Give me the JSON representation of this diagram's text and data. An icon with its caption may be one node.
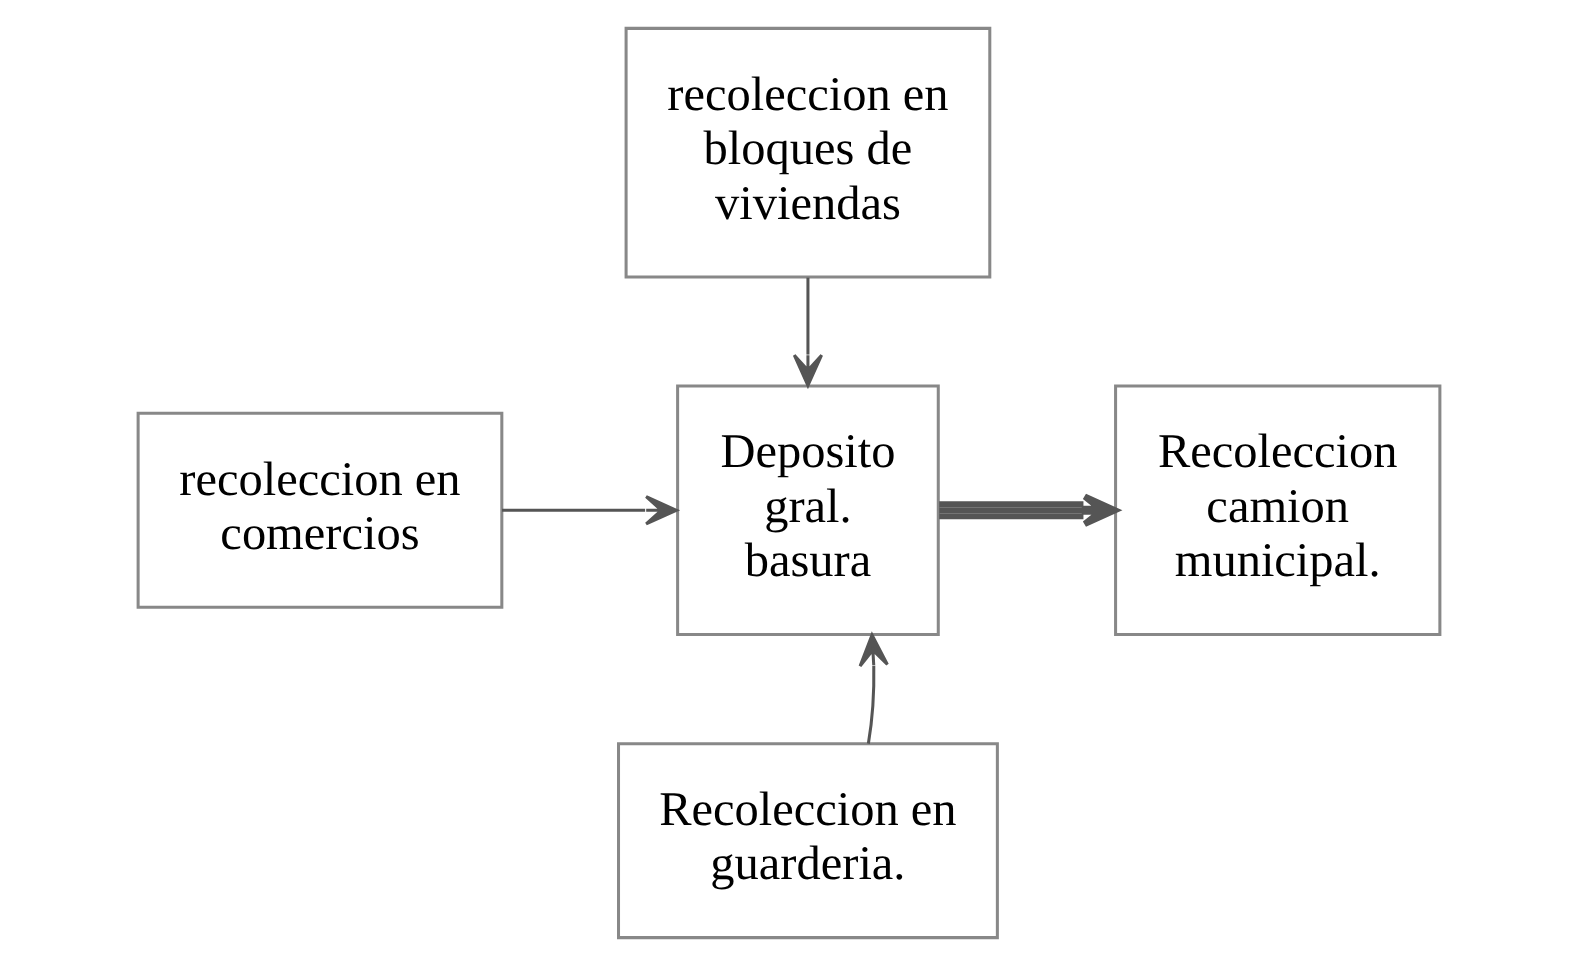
{
  "diagram": {
    "nodes": [
      {
        "text": [
          "recoleccion en bloques de viviendas"
        ]
      },
      {
        "text": [
          "recoleccion en comercios"
        ]
      },
      {
        "text": [
          "Deposito gral. basura"
        ]
      },
      {
        "text": [
          "Recoleccion camion municipal."
        ]
      },
      {
        "text": [
          "Recoleccion en guarderia."
        ]
      }
    ],
    "edges": [
      {
        "from": 0,
        "to": 2,
        "arrow": "to"
      },
      {
        "from": 1,
        "to": 2,
        "arrow": "to"
      },
      {
        "from": 2,
        "to": 3,
        "arrow": "to",
        "style": "thick"
      },
      {
        "from": 4,
        "to": 2,
        "arrow": "to"
      }
    ]
  }
}
